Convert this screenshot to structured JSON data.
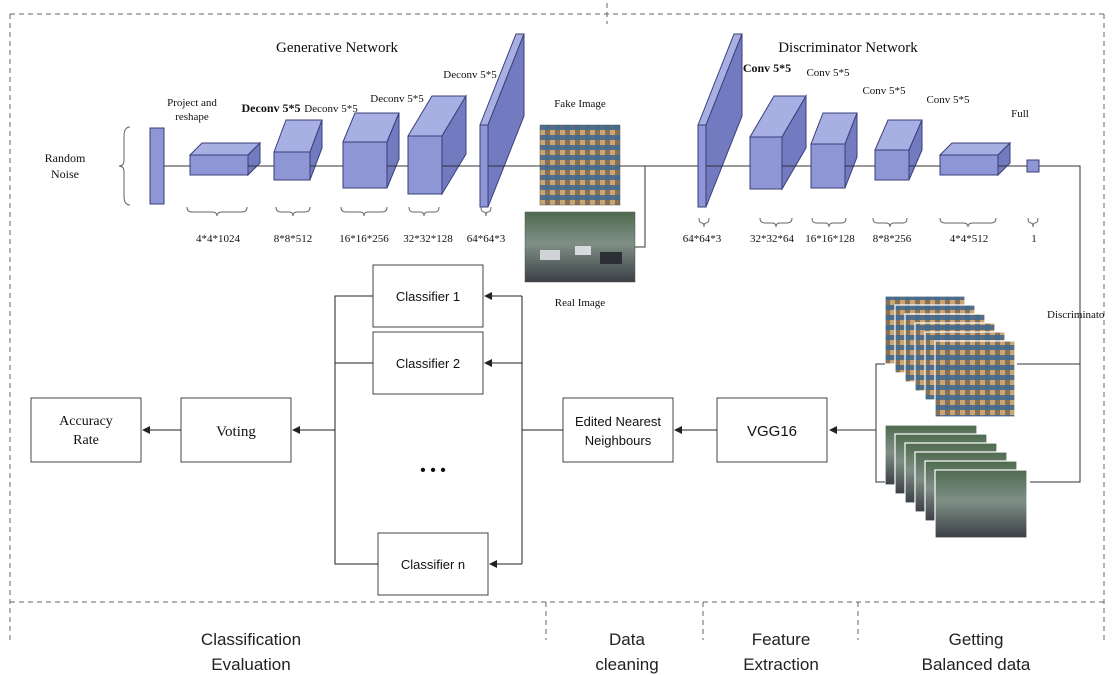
{
  "generative": {
    "title": "Generative Network",
    "random_noise": [
      "Random",
      "Noise"
    ],
    "project_label": [
      "Project and",
      "reshape"
    ],
    "layers": [
      "Deconv 5*5",
      "Deconv 5*5",
      "Deconv 5*5",
      "Deconv 5*5"
    ],
    "dims": [
      "4*4*1024",
      "8*8*512",
      "16*16*256",
      "32*32*128",
      "64*64*3"
    ]
  },
  "images": {
    "fake": "Fake Image",
    "real": "Real Image"
  },
  "discriminator": {
    "title": "Discriminator Network",
    "layers": [
      "Conv 5*5",
      "Conv 5*5",
      "Conv 5*5",
      "Conv 5*5",
      "Full"
    ],
    "dims": [
      "64*64*3",
      "32*32*64",
      "16*16*128",
      "8*8*256",
      "4*4*512",
      "1"
    ],
    "side_label": "Discriminato"
  },
  "pipeline": {
    "classifiers": [
      "Classifier 1",
      "Classifier 2",
      "Classifier n"
    ],
    "ellipsis": "• • •",
    "voting": "Voting",
    "accuracy": [
      "Accuracy",
      "Rate"
    ],
    "enn": [
      "Edited Nearest",
      "Neighbours"
    ],
    "vgg": "VGG16"
  },
  "stages": [
    [
      "Classification",
      "Evaluation"
    ],
    [
      "Data",
      "cleaning"
    ],
    [
      "Feature",
      "Extraction"
    ],
    [
      "Getting",
      "Balanced data"
    ]
  ],
  "colors": {
    "box_fill": "#8e96d6",
    "box_stroke": "#3a3f7a",
    "line": "#333333",
    "dash": "#555555"
  }
}
